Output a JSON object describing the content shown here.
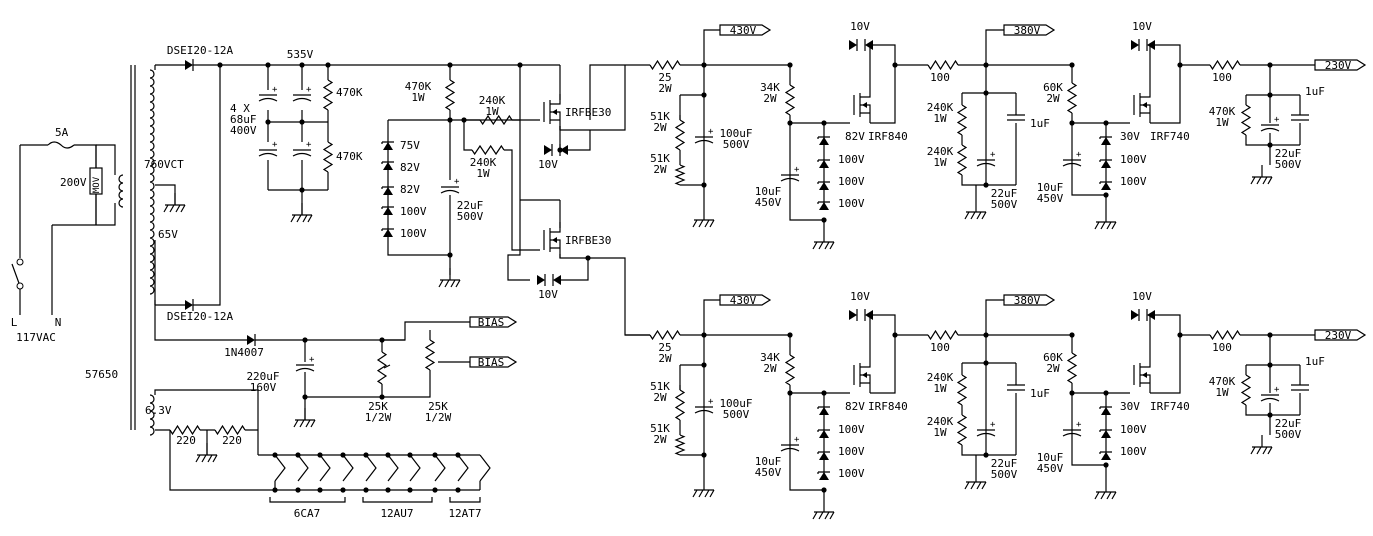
{
  "labels": {
    "fuse": "5A",
    "mov": "MOV",
    "mov_v": "200V",
    "switch_l": "L",
    "switch_n": "N",
    "mains": "117VAC",
    "trafo_part": "57650",
    "hv_winding": "760VCT",
    "lv_winding": "65V",
    "heater_winding": "6.3V",
    "rect_top": "DSEI20-12A",
    "rect_bot": "DSEI20-12A",
    "b_plus": "535V",
    "cap_bank": [
      "4 X",
      "68uF",
      "400V"
    ],
    "bleeder": "470K",
    "gate_r": [
      "470K",
      "1W"
    ],
    "zener_chain": [
      "75V",
      "82V",
      "82V",
      "100V",
      "100V"
    ],
    "gate_cap": [
      "22uF",
      "500V"
    ],
    "series_r1": [
      "240K",
      "1W"
    ],
    "series_r2": [
      "240K",
      "1W"
    ],
    "mosfet_ibe": "IRFBE30",
    "z10": "10V",
    "bias_diode": "1N4007",
    "bias_cap": [
      "220uF",
      "160V"
    ],
    "pot": [
      "25K",
      "1/2W"
    ],
    "bias_out": "BIAS",
    "heater_r": "220",
    "tubes": [
      "6CA7",
      "12AU7",
      "12AT7"
    ],
    "stage1": {
      "r_in": [
        "25",
        "2W"
      ],
      "div": [
        "51K",
        "2W"
      ],
      "cap": [
        "100uF",
        "500V"
      ],
      "out": "430V"
    },
    "stage2": {
      "r_top": [
        "34K",
        "2W"
      ],
      "fet": "IRF840",
      "zeners": [
        "82V",
        "100V",
        "100V",
        "100V"
      ],
      "cap": [
        "10uF",
        "450V"
      ],
      "r_out": "100",
      "div": [
        "240K",
        "1W"
      ],
      "cap_out": [
        "22uF",
        "500V"
      ],
      "film": "1uF",
      "out": "380V"
    },
    "stage3": {
      "r_top": [
        "60K",
        "2W"
      ],
      "fet": "IRF740",
      "zeners": [
        "30V",
        "100V",
        "100V"
      ],
      "cap": [
        "10uF",
        "450V"
      ],
      "r_out": "100",
      "div": [
        "470K",
        "1W"
      ],
      "cap_out": [
        "22uF",
        "500V"
      ],
      "film": "1uF",
      "out": "230V"
    }
  }
}
